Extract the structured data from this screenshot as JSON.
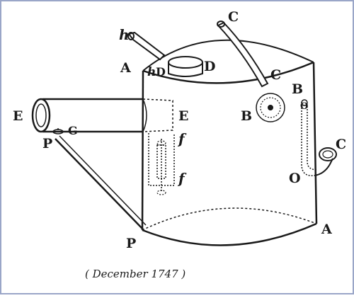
{
  "figure": {
    "labels": {
      "h_top": "h",
      "h_inner": "h",
      "A_left": "A",
      "D_left": "D",
      "D_right": "D",
      "C_top": "C",
      "C_lower": "C",
      "B_right": "B",
      "B_left": "B",
      "O_top": "O",
      "O_bottom": "O",
      "C_spout": "C",
      "E_left": "E",
      "E_right": "E",
      "G": "G",
      "P_upper": "P",
      "f_upper": "f",
      "f_lower": "f",
      "P_lower": "P",
      "A_right": "A"
    },
    "caption": "( December 1747 )"
  },
  "colors": {
    "ink": "#1a1a1a",
    "border": "#9aa6c8",
    "paper": "#ffffff"
  }
}
